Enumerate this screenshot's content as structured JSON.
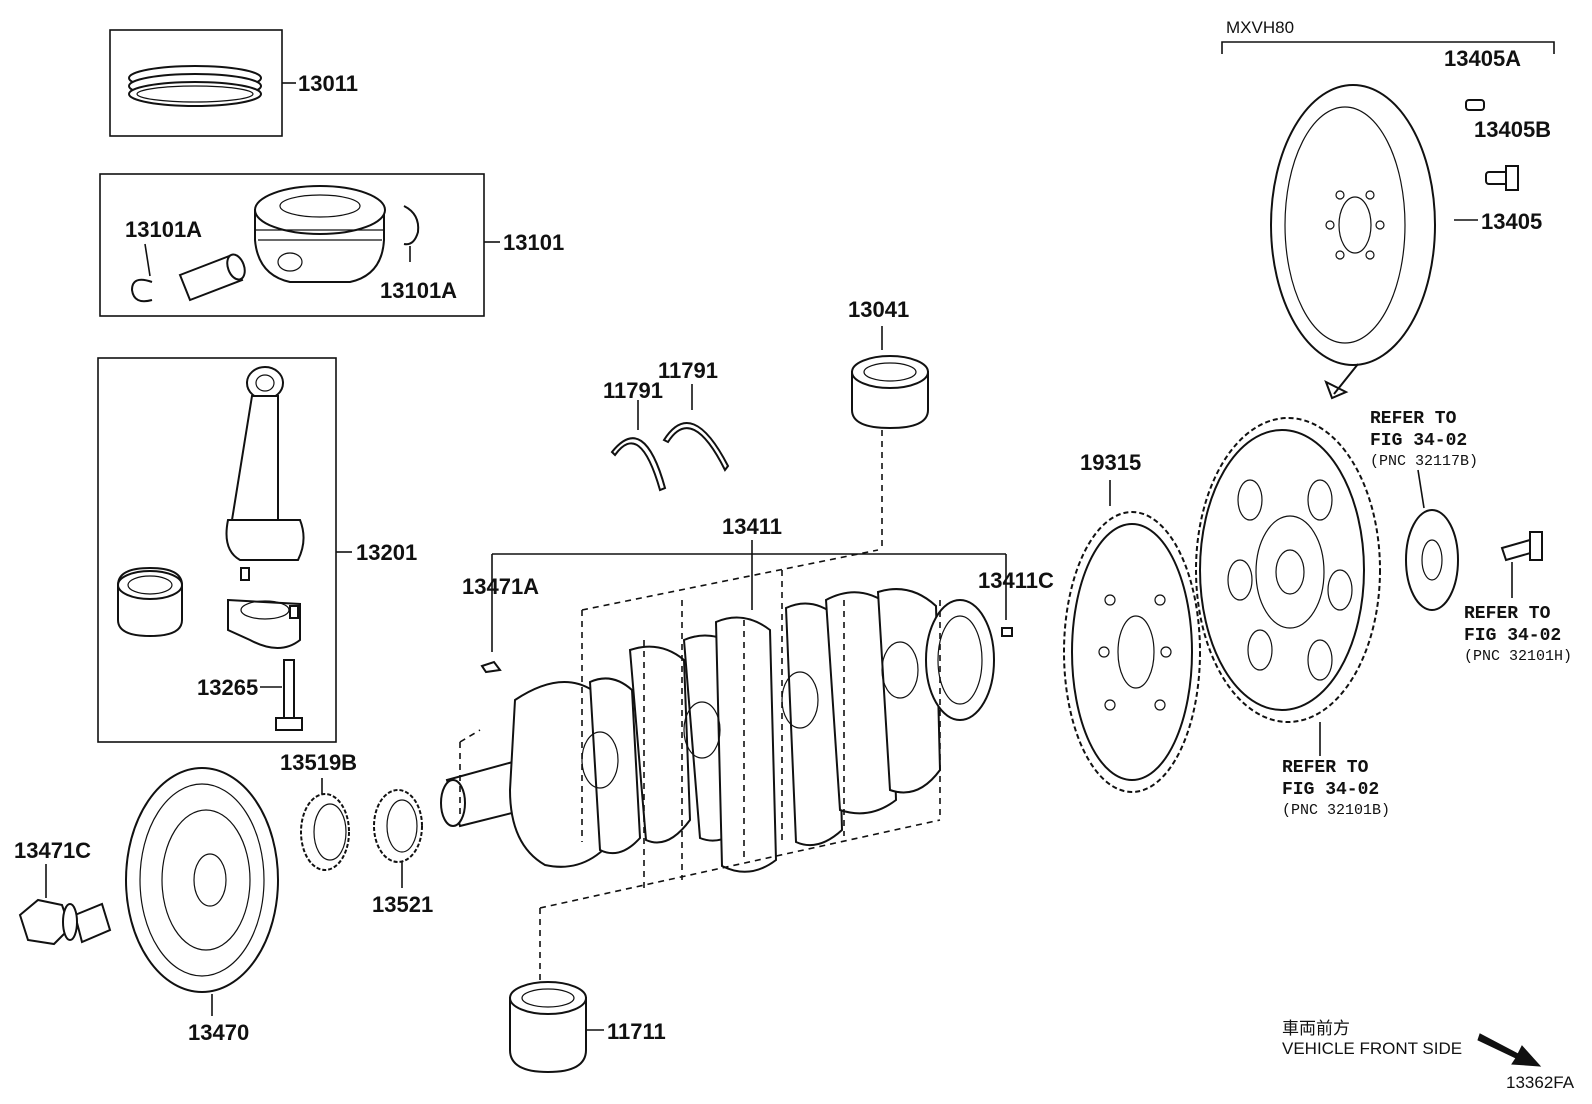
{
  "variant_label": "MXVH80",
  "parts": {
    "p13011": "13011",
    "p13101": "13101",
    "p13101A_left": "13101A",
    "p13101A_right": "13101A",
    "p13201": "13201",
    "p13265": "13265",
    "p13041": "13041",
    "p11791_left": "11791",
    "p11791_right": "11791",
    "p13411": "13411",
    "p13471A": "13471A",
    "p13411C": "13411C",
    "p13519B": "13519B",
    "p13521": "13521",
    "p13471C": "13471C",
    "p13470": "13470",
    "p11711": "11711",
    "p19315": "19315",
    "p13405A": "13405A",
    "p13405B": "13405B",
    "p13405": "13405"
  },
  "refs": {
    "r1": {
      "line1": "REFER TO",
      "line2": "FIG 34-02",
      "line3": "(PNC 32117B)"
    },
    "r2": {
      "line1": "REFER TO",
      "line2": "FIG 34-02",
      "line3": "(PNC 32101H)"
    },
    "r3": {
      "line1": "REFER TO",
      "line2": "FIG 34-02",
      "line3": "(PNC 32101B)"
    }
  },
  "front": {
    "jp": "車両前方",
    "en": "VEHICLE FRONT SIDE"
  },
  "figure_code": "13362FA"
}
